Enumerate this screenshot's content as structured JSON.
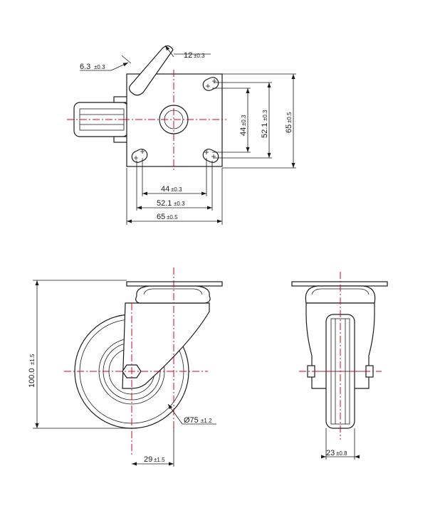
{
  "colors": {
    "line": "#1a1a1a",
    "centerline": "#d9001b",
    "background": "#ffffff"
  },
  "top_view": {
    "dim_12": {
      "value": "12",
      "tolerance": "±0.3"
    },
    "dim_6_3": {
      "value": "6.3",
      "tolerance": "±0.3"
    },
    "dim_44_v": {
      "value": "44",
      "tolerance": "±0.3"
    },
    "dim_52_1_v": {
      "value": "52.1",
      "tolerance": "±0.3"
    },
    "dim_65_v": {
      "value": "65",
      "tolerance": "±0.5"
    },
    "dim_44_h": {
      "value": "44",
      "tolerance": "±0.3"
    },
    "dim_52_1_h": {
      "value": "52.1",
      "tolerance": "±0.3"
    },
    "dim_65_h": {
      "value": "65",
      "tolerance": "±0.5"
    }
  },
  "side_view": {
    "dim_height": {
      "value": "100.0",
      "tolerance": "±1.5"
    },
    "dim_diameter": {
      "value": "Ø75",
      "tolerance": "±1.2"
    },
    "dim_offset": {
      "value": "29",
      "tolerance": "±1.5"
    }
  },
  "front_view": {
    "dim_width": {
      "value": "23",
      "tolerance": "±0.8"
    }
  }
}
